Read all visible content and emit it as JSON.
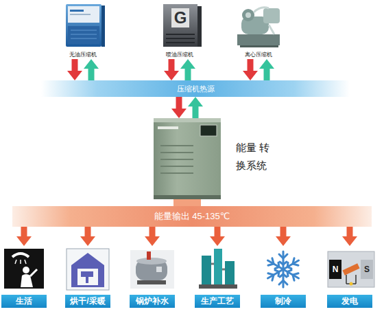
{
  "diagram": {
    "nodes": [
      {
        "text": [
          "无油压缩机"
        ]
      },
      {
        "text": [
          "喷油压缩机"
        ]
      },
      {
        "text": [
          "离心压缩机"
        ]
      },
      {
        "text": [
          "压缩机热源"
        ]
      },
      {
        "text": [
          "能量 转换系统"
        ]
      },
      {
        "text": [
          "能量输出 45-135℃"
        ]
      },
      {
        "text": [
          "生活"
        ]
      },
      {
        "text": [
          "烘干/采暖"
        ]
      },
      {
        "text": [
          "锅炉补水"
        ]
      },
      {
        "text": [
          "生产工艺"
        ]
      },
      {
        "text": [
          "制冷"
        ]
      },
      {
        "text": [
          "发电"
        ]
      }
    ],
    "edges": [
      {
        "from": 0,
        "to": 3,
        "arrow": "to"
      },
      {
        "from": 3,
        "to": 0,
        "arrow": "to"
      },
      {
        "from": 1,
        "to": 3,
        "arrow": "to"
      },
      {
        "from": 3,
        "to": 1,
        "arrow": "to"
      },
      {
        "from": 2,
        "to": 3,
        "arrow": "to"
      },
      {
        "from": 3,
        "to": 2,
        "arrow": "to"
      },
      {
        "from": 3,
        "to": 4,
        "arrow": "to"
      },
      {
        "from": 4,
        "to": 3,
        "arrow": "to"
      },
      {
        "from": 4,
        "to": 5,
        "arrow": "none"
      },
      {
        "from": 5,
        "to": 6,
        "arrow": "to"
      },
      {
        "from": 5,
        "to": 7,
        "arrow": "to"
      },
      {
        "from": 5,
        "to": 8,
        "arrow": "to"
      },
      {
        "from": 5,
        "to": 9,
        "arrow": "to"
      },
      {
        "from": 5,
        "to": 10,
        "arrow": "to"
      },
      {
        "from": 5,
        "to": 11,
        "arrow": "to"
      }
    ],
    "labels": [
      "G",
      "N",
      "S"
    ]
  }
}
